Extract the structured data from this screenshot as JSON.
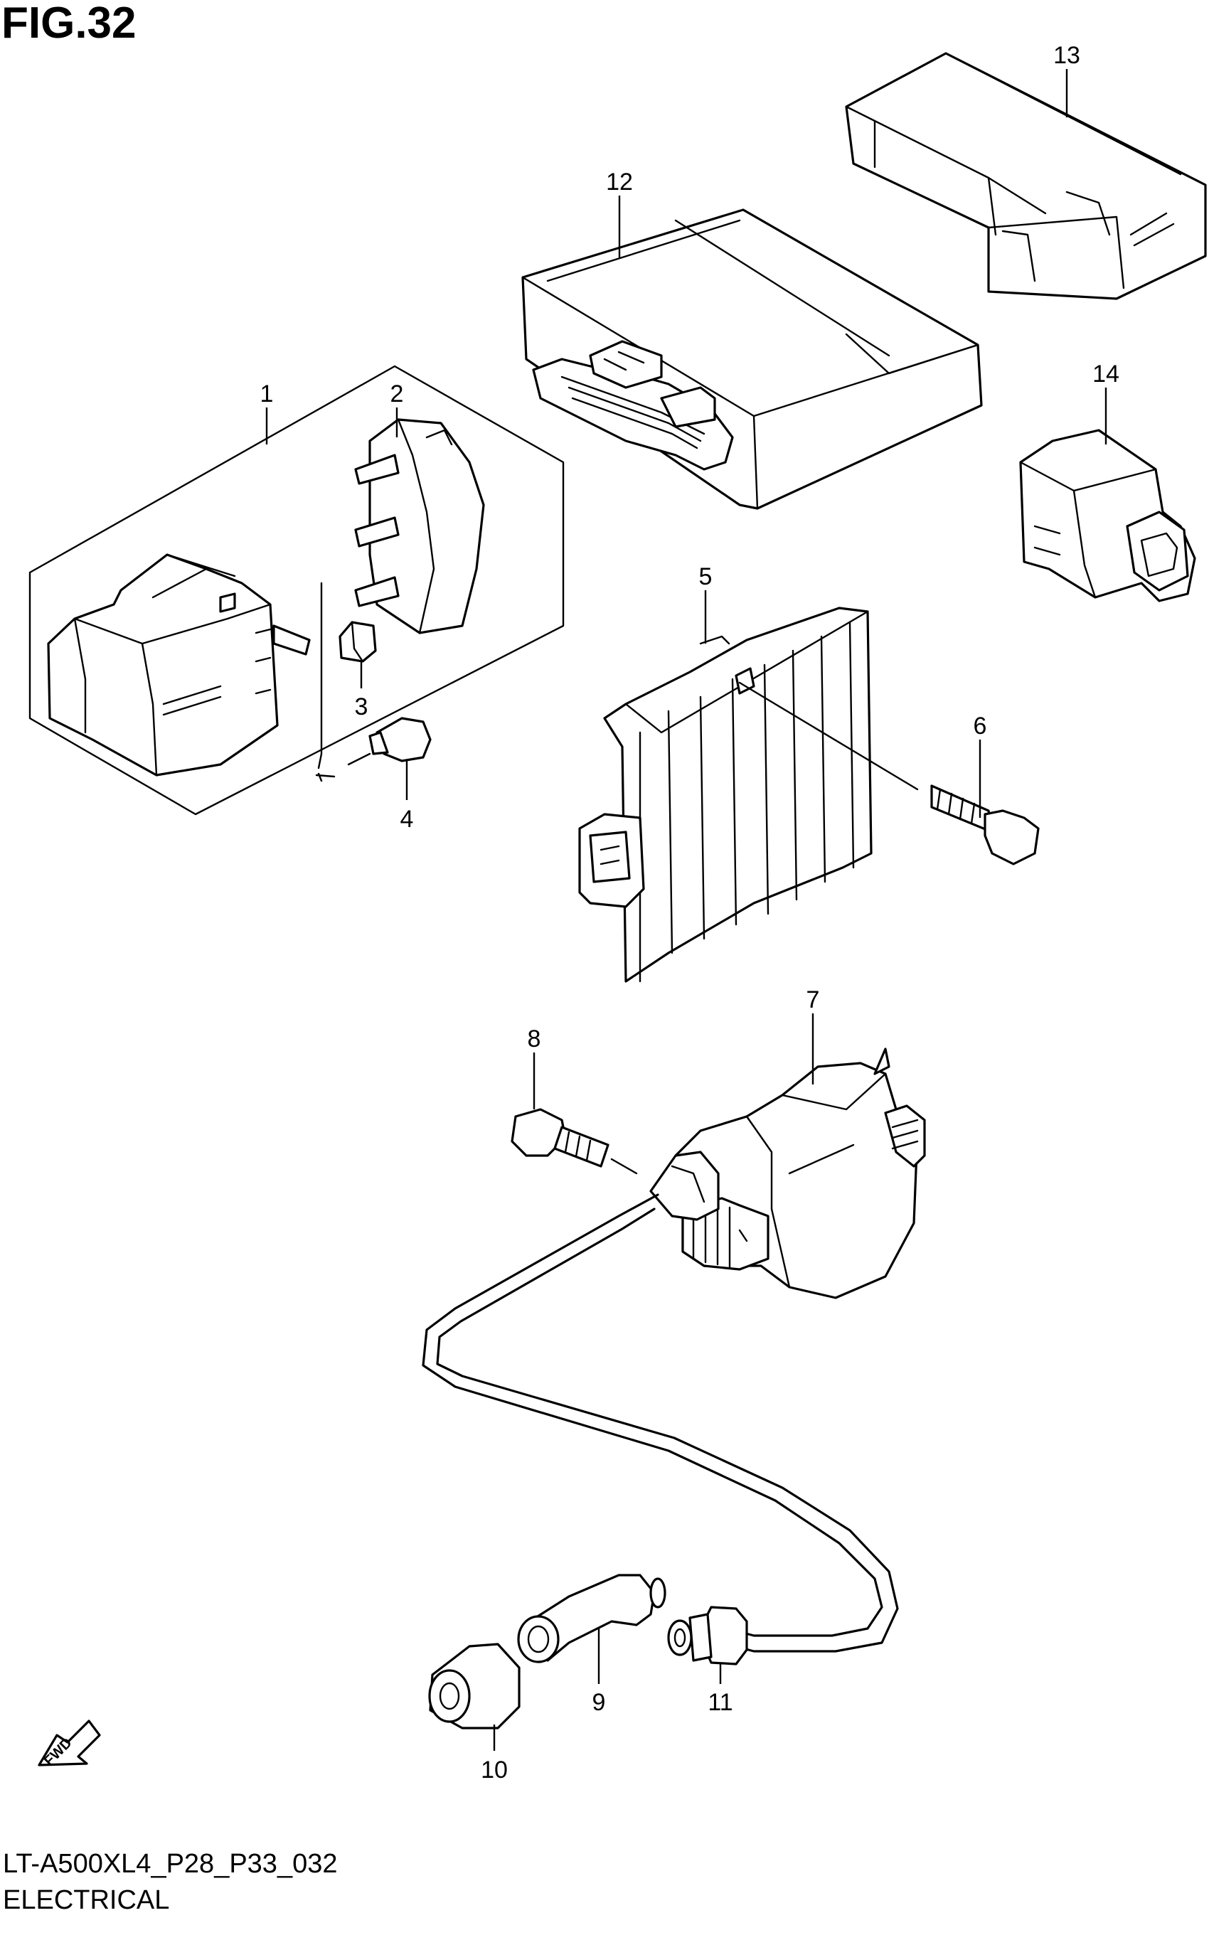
{
  "figure": {
    "title": "FIG.32",
    "code": "LT-A500XL4_P28_P33_032",
    "section": "ELECTRICAL",
    "fwd_label": "FWD"
  },
  "callouts": [
    {
      "id": "1",
      "label": "1"
    },
    {
      "id": "2",
      "label": "2"
    },
    {
      "id": "3",
      "label": "3"
    },
    {
      "id": "4",
      "label": "4"
    },
    {
      "id": "5",
      "label": "5"
    },
    {
      "id": "6",
      "label": "6"
    },
    {
      "id": "7",
      "label": "7"
    },
    {
      "id": "8",
      "label": "8"
    },
    {
      "id": "9",
      "label": "9"
    },
    {
      "id": "10",
      "label": "10"
    },
    {
      "id": "11",
      "label": "11"
    },
    {
      "id": "12",
      "label": "12"
    },
    {
      "id": "13",
      "label": "13"
    },
    {
      "id": "14",
      "label": "14"
    }
  ]
}
